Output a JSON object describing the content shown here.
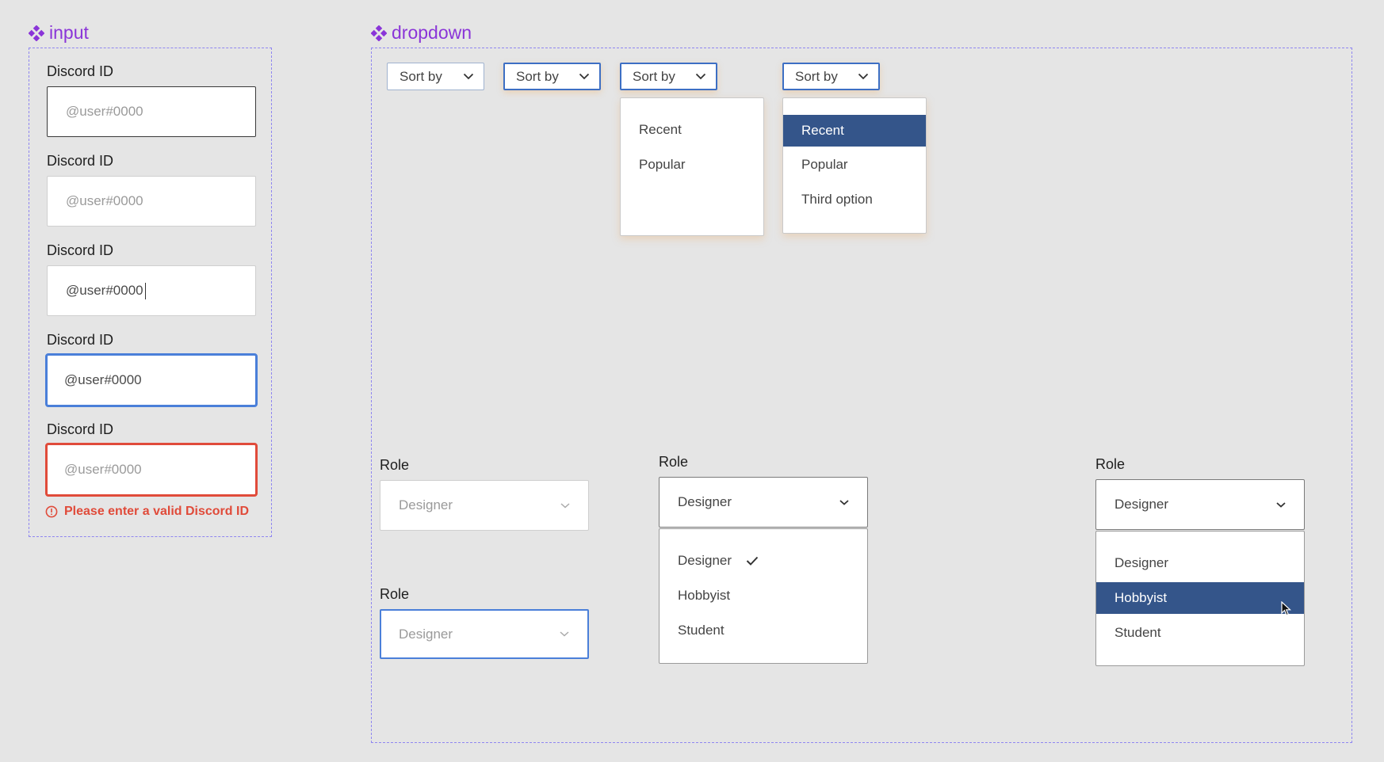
{
  "input_section": {
    "title": "input",
    "fields": [
      {
        "label": "Discord ID",
        "placeholder": "@user#0000"
      },
      {
        "label": "Discord ID",
        "placeholder": "@user#0000"
      },
      {
        "label": "Discord ID",
        "value": "@user#0000"
      },
      {
        "label": "Discord ID",
        "value": "@user#0000"
      },
      {
        "label": "Discord ID",
        "placeholder": "@user#0000"
      }
    ],
    "error_message": "Please enter a valid Discord ID"
  },
  "dropdown_section": {
    "title": "dropdown",
    "sort": {
      "label": "Sort by",
      "menu_a": [
        "Recent",
        "Popular"
      ],
      "menu_b": [
        "Recent",
        "Popular",
        "Third option"
      ],
      "menu_b_selected": "Recent"
    },
    "role": {
      "label": "Role",
      "value": "Designer",
      "options": [
        "Designer",
        "Hobbyist",
        "Student"
      ],
      "checked": "Designer",
      "hovered": "Hobbyist"
    }
  },
  "colors": {
    "accent_purple": "#8a35d8",
    "focus_blue": "#4a7fd9",
    "error_red": "#e04b3a",
    "selected_navy": "#34558a"
  },
  "icons": [
    "component-icon",
    "chevron-down-icon",
    "error-icon",
    "check-icon",
    "cursor-icon"
  ]
}
